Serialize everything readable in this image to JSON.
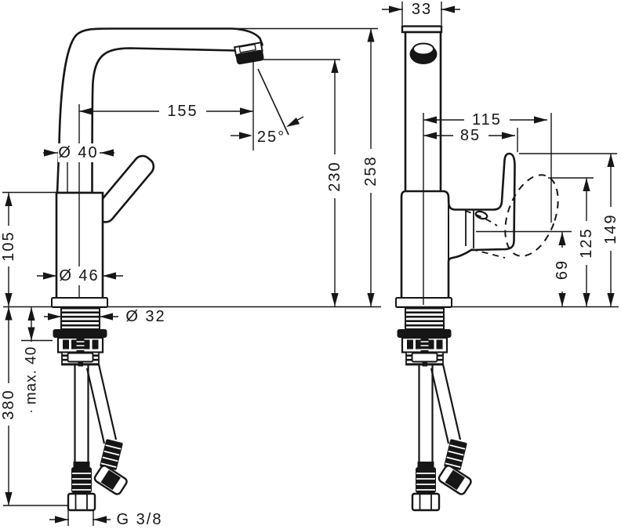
{
  "left_view": {
    "dimensions": {
      "spout_reach": "155",
      "spout_angle": "25°",
      "spout_diameter": "Ø 40",
      "body_diameter": "Ø 46",
      "body_height": "105",
      "shank_diameter": "Ø 32",
      "max_mounting_thickness": "max. 40",
      "hose_length": "380",
      "connection_thread": "G 3/8",
      "outlet_height": "230",
      "overall_height": "258"
    }
  },
  "right_view": {
    "dimensions": {
      "spout_width": "33",
      "handle_reach_tilted": "115",
      "handle_reach": "85",
      "handle_top_height": "149",
      "handle_tilted_height": "125",
      "handle_pivot_height": "69"
    }
  }
}
